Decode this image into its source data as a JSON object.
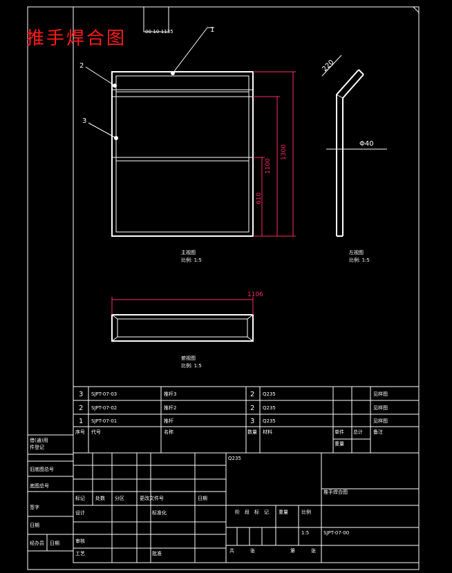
{
  "title": "推手焊合图",
  "title_stamp": "00-10-1135",
  "balloons": {
    "b1": "1",
    "b2": "2",
    "b3": "3"
  },
  "dims": {
    "height_total": "1300",
    "height_mid": "1100",
    "height_low": "610",
    "width": "1106",
    "angle_len": "220",
    "diameter": "Φ40"
  },
  "view_labels": {
    "front_name": "主视图",
    "front_scale": "比例: 1:5",
    "side_name": "左视图",
    "side_scale": "比例: 1:5",
    "top_name": "俯视图",
    "top_scale": "比例: 1:5"
  },
  "parts": [
    {
      "no": "3",
      "code": "SJPT-07-03",
      "name": "推杆3",
      "qty": "2",
      "material": "Q235",
      "note": "见样图"
    },
    {
      "no": "2",
      "code": "SJPT-07-02",
      "name": "推杆2",
      "qty": "2",
      "material": "Q235",
      "note": "见样图"
    },
    {
      "no": "1",
      "code": "SJPT-07-01",
      "name": "推杆",
      "qty": "3",
      "material": "Q235",
      "note": "见样图"
    }
  ],
  "parts_header": {
    "no": "序号",
    "code": "代号",
    "name": "名称",
    "qty": "数量",
    "material": "材料",
    "unit": "单件",
    "total": "总计",
    "weight": "重量",
    "note": "备注"
  },
  "left_block": [
    "借(通)用",
    "件登记",
    "旧底图总号",
    "底图总号",
    "签字",
    "日期",
    "经办员",
    "日期"
  ],
  "title_block": {
    "material": "Q235",
    "drawing_name": "推手焊合图",
    "drawing_no": "SJPT-07-00",
    "scale": "1:5",
    "rev_headers": [
      "标记",
      "处数",
      "分区",
      "更改文件号",
      "日期"
    ],
    "design": "设计",
    "standard": "标准化",
    "review": "审核",
    "process": "工艺",
    "approve": "批准",
    "stage_headers": [
      "阶",
      "段",
      "标",
      "记",
      "重量",
      "比例"
    ],
    "sheet_total": "共",
    "sheet_word": "张",
    "sheet_no": "第",
    "sheet_word2": "张"
  }
}
